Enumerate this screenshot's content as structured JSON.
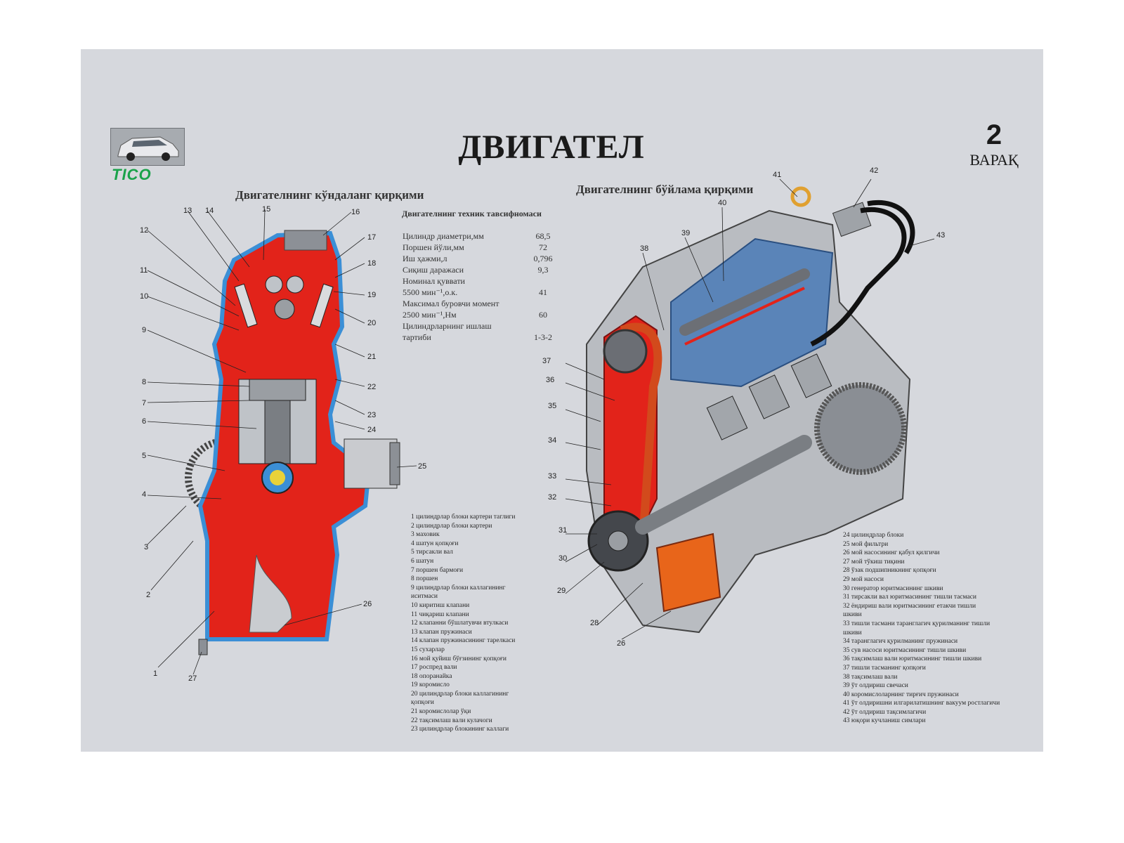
{
  "header": {
    "title": "ДВИГАТЕЛ",
    "sheet_number": "2",
    "sheet_word": "ВАРАҚ",
    "brand": "TICO"
  },
  "subtitles": {
    "cross_section": "Двигателнинг кўндаланг қирқими",
    "longitudinal_section": "Двигателнинг бўйлама қирқими"
  },
  "specs": {
    "title": "Двигателнинг техник тавсифномаси",
    "rows": [
      {
        "label": "Цилиндр диаметри,мм",
        "value": "68,5"
      },
      {
        "label": "Поршен йўли,мм",
        "value": "72"
      },
      {
        "label": "Иш ҳажми,л",
        "value": "0,796"
      },
      {
        "label": "Сиқиш даражаси",
        "value": "9,3"
      },
      {
        "label": "Номинал қуввати",
        "value": ""
      },
      {
        "label": "5500 мин⁻¹,о.к.",
        "value": "41"
      },
      {
        "label": "Максимал буровчи момент",
        "value": ""
      },
      {
        "label": "2500 мин⁻¹,Нм",
        "value": "60"
      },
      {
        "label": "Цилиндрларнинг ишлаш",
        "value": ""
      },
      {
        "label": "тартиби",
        "value": "1-3-2"
      }
    ]
  },
  "legend_left": [
    "1 цилиндрлар блоки картери таглиги",
    "2 цилиндрлар блоки картери",
    "3 маховик",
    "4 шатун қопқоғи",
    "5 тирсакли вал",
    "6 шатун",
    "7 поршен бармоғи",
    "8 поршен",
    "9 цилиндрлар блоки каллагининг",
    "   иситмаси",
    "10 киритиш клапани",
    "11 чиқариш клапани",
    "12 клапанни бўшлатувчи втулкаси",
    "13 клапан пружинаси",
    "14 клапан пружинасининг тарелкаси",
    "15 сухарлар",
    "16 мой қуйиш бўғзининг қопқоғи",
    "17 роспред вали",
    "18 опоранайка",
    "19 коромисло",
    "20 цилиндрлар блоки каллагининг",
    "   қопқоғи",
    "21 коромислолар ўқи",
    "22 тақсимлаш вали кулачоги",
    "23 цилиндрлар блокининг каллаги"
  ],
  "legend_right": [
    "24 цилиндрлар блоки",
    "25 мой фильтри",
    "26 мой насосининг қабул қилгичи",
    "27 мой тўкиш тиқини",
    "28 ўзак подшипникнинг қопқоғи",
    "29 мой насоси",
    "30 генератор юритмасининг шкиви",
    "31 тирсакли вал юритмасининг тишли тасмаси",
    "32 ёндириш вали юритмасининг етакчи тишли",
    "   шкиви",
    "33 тишли тасмани таранглагич қурилманинг тишли",
    "   шкиви",
    "34 таранглагич қурилманинг пружинаси",
    "35 сув насоси юритмасининг тишли шкиви",
    "36 тақсимлаш вали юритмасининг тишли шкиви",
    "37 тишли тасманинг қопқоғи",
    "38 тақсимлаш вали",
    "39 ўт олдириш свечаси",
    "40 коромислоларнинг тирғич пружинаси",
    "41 ўт олдиришни илгарилатишнинг вакуум ростлагичи",
    "42 ўт олдириш тақсимлагичи",
    "43 юқори кучланиш симлари"
  ],
  "cross_labels": [
    "1",
    "2",
    "3",
    "4",
    "5",
    "6",
    "7",
    "8",
    "9",
    "10",
    "11",
    "12",
    "13",
    "14",
    "15",
    "16",
    "17",
    "18",
    "19",
    "20",
    "21",
    "22",
    "23",
    "24",
    "25",
    "26",
    "27"
  ],
  "long_labels": [
    "26",
    "28",
    "29",
    "30",
    "31",
    "32",
    "33",
    "34",
    "35",
    "36",
    "37",
    "38",
    "39",
    "40",
    "41",
    "42",
    "43"
  ],
  "colors": {
    "engine_red": "#e2231a",
    "coolant_blue": "#3b8fd6",
    "steel_gray": "#8c9096",
    "belt_orange": "#d24a1c",
    "logo_green": "#1aa24a",
    "sheet_bg": "#d6d8dd"
  }
}
